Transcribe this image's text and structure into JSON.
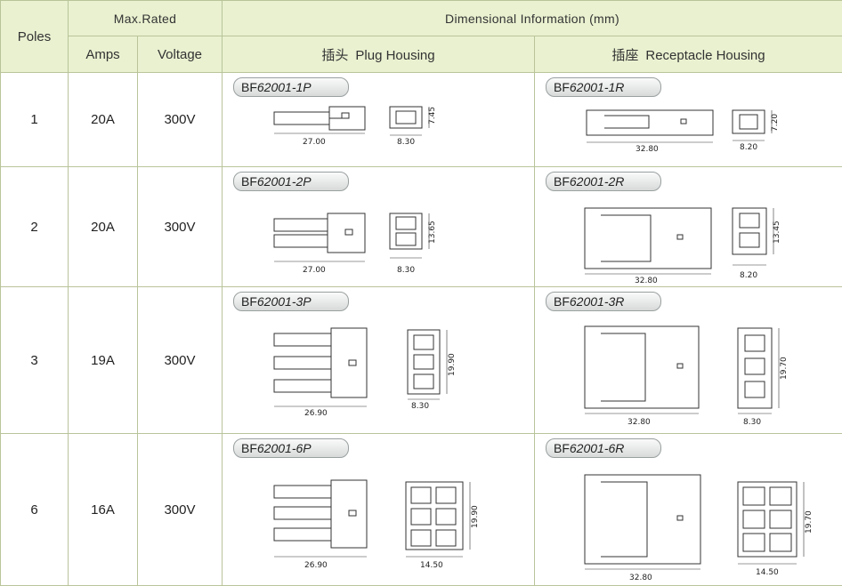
{
  "header": {
    "poles": "Poles",
    "max_rated": "Max.Rated",
    "amps": "Amps",
    "voltage": "Voltage",
    "dimensional": "Dimensional Information  (mm)",
    "plug_zh": "插头",
    "plug_en": "Plug Housing",
    "receptacle_zh": "插座",
    "receptacle_en": "Receptacle Housing"
  },
  "rows": [
    {
      "poles": "1",
      "amps": "20A",
      "voltage": "300V",
      "plug": {
        "prefix": "BF",
        "part": "62001-1P",
        "length": "27.00",
        "width": "8.30",
        "height": "7.45"
      },
      "receptacle": {
        "prefix": "BF",
        "part": "62001-1R",
        "length": "32.80",
        "width": "8.20",
        "height": "7.20"
      }
    },
    {
      "poles": "2",
      "amps": "20A",
      "voltage": "300V",
      "plug": {
        "prefix": "BF",
        "part": "62001-2P",
        "length": "27.00",
        "width": "8.30",
        "height": "13.65"
      },
      "receptacle": {
        "prefix": "BF",
        "part": "62001-2R",
        "length": "32.80",
        "width": "8.20",
        "height": "13.45"
      }
    },
    {
      "poles": "3",
      "amps": "19A",
      "voltage": "300V",
      "plug": {
        "prefix": "BF",
        "part": "62001-3P",
        "length": "26.90",
        "width": "8.30",
        "height": "19.90"
      },
      "receptacle": {
        "prefix": "BF",
        "part": "62001-3R",
        "length": "32.80",
        "width": "8.30",
        "height": "19.70"
      }
    },
    {
      "poles": "6",
      "amps": "16A",
      "voltage": "300V",
      "plug": {
        "prefix": "BF",
        "part": "62001-6P",
        "length": "26.90",
        "width": "14.50",
        "height": "19.90"
      },
      "receptacle": {
        "prefix": "BF",
        "part": "62001-6R",
        "length": "32.80",
        "width": "14.50",
        "height": "19.70"
      }
    }
  ]
}
